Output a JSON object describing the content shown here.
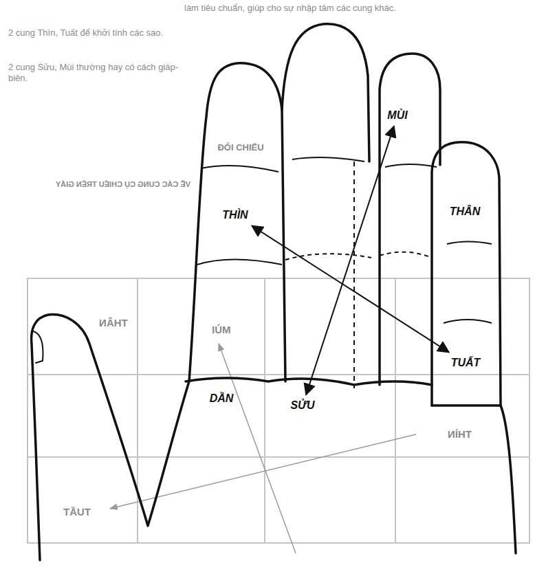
{
  "diagram": {
    "nodes": [
      {
        "text": [
          "MÙI"
        ]
      },
      {
        "text": [
          "THÌN"
        ]
      },
      {
        "text": [
          "THÂN"
        ]
      },
      {
        "text": [
          "TUẤT"
        ]
      },
      {
        "text": [
          "DẦN"
        ]
      },
      {
        "text": [
          "SỬU"
        ]
      }
    ],
    "edges": [
      {
        "from": 1,
        "to": 3,
        "arrow": "both"
      },
      {
        "from": 5,
        "to": 0,
        "arrow": "both"
      }
    ],
    "labels": [
      "làm tiêu chuẩn, giúp cho sự nhập tâm các cung khác.",
      "2 cung Thìn, Tuất để khởi tính các sao.",
      "2 cung Sửu, Mùi thường hay có cách giáp-biên.",
      "ĐỐI CHIẾU",
      "VẼ CÁC CUNG CỤ CHIẾU TRÊN GIẤY",
      "THÂN",
      "MÙI",
      "THÌN",
      "TUẤT"
    ]
  }
}
